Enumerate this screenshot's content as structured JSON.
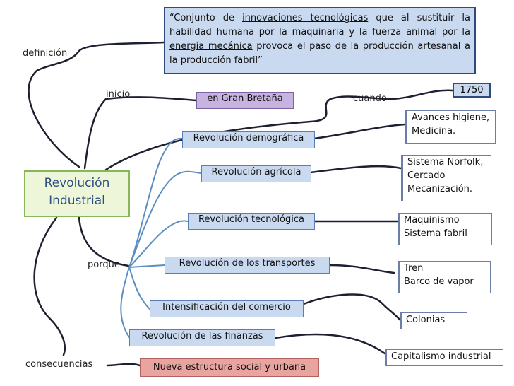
{
  "quote": {
    "open": "“Conjunto de ",
    "link1": "innovaciones tecnológicas",
    "mid1": " que al sustituir la habilidad humana por la maquinaria y la fuerza animal por la ",
    "link2": "energía mecánica",
    "mid2": " provoca el paso de la producción artesanal a la ",
    "link3": "producción fabril",
    "close": "”"
  },
  "central": {
    "line1": "Revolución",
    "line2": "Industrial"
  },
  "labels": {
    "definicion": "definición",
    "inicio": "inicio",
    "cuando": "cuando",
    "porque": "porque",
    "consecuencias": "consecuencias"
  },
  "origin": "en Gran Bretaña",
  "year": "1750",
  "causes": [
    "Revolución demográfica",
    "Revolución agrícola",
    "Revolución tecnológica",
    "Revolución de los transportes",
    "Intensificación del comercio",
    "Revolución de las finanzas"
  ],
  "consequence": "Nueva estructura social y urbana",
  "details": {
    "demografica": [
      "Avances higiene,",
      "Medicina."
    ],
    "agricola": [
      "Sistema Norfolk,",
      "Cercado",
      "Mecanización."
    ],
    "tecnologica": [
      "Maquinismo",
      "Sistema fabril"
    ],
    "transportes": [
      "Tren",
      "Barco de vapor"
    ],
    "comercio": [
      "Colonias"
    ],
    "finanzas": [
      "Capitalismo industrial"
    ]
  },
  "colors": {
    "box_blue": "#c9d9ef",
    "box_lavender": "#c7b3df",
    "box_pink": "#eaa4a0",
    "central_fill": "#eef6da",
    "central_border": "#8ab65a",
    "central_text": "#2d4f80",
    "branch_dark": "#1d2030",
    "branch_blue": "#5b8ec2"
  }
}
